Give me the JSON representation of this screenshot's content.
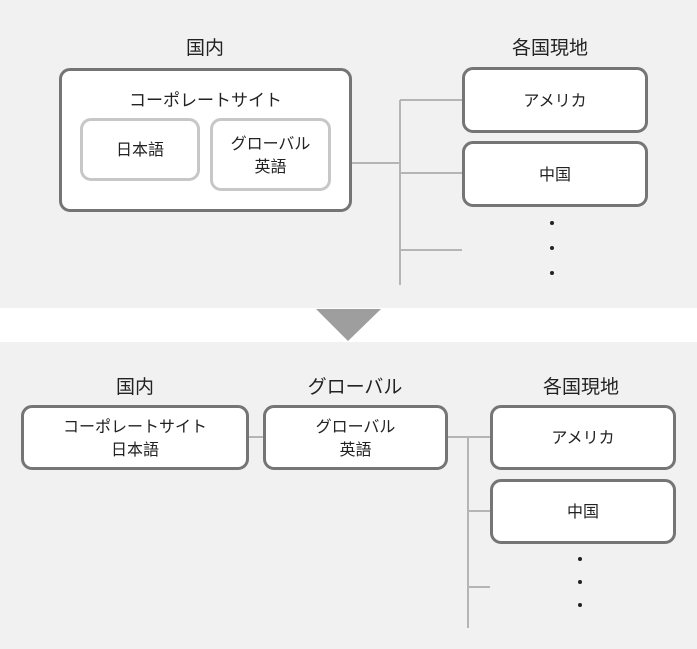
{
  "top": {
    "heading_domestic": "国内",
    "heading_local": "各国現地",
    "corporate_site": "コーポレートサイト",
    "japanese": "日本語",
    "global_line1": "グローバル",
    "global_line2": "英語",
    "america": "アメリカ",
    "china": "中国"
  },
  "bottom": {
    "heading_domestic": "国内",
    "heading_global": "グローバル",
    "heading_local": "各国現地",
    "corporate_line1": "コーポレートサイト",
    "corporate_line2": "日本語",
    "global_line1": "グローバル",
    "global_line2": "英語",
    "america": "アメリカ",
    "china": "中国"
  }
}
